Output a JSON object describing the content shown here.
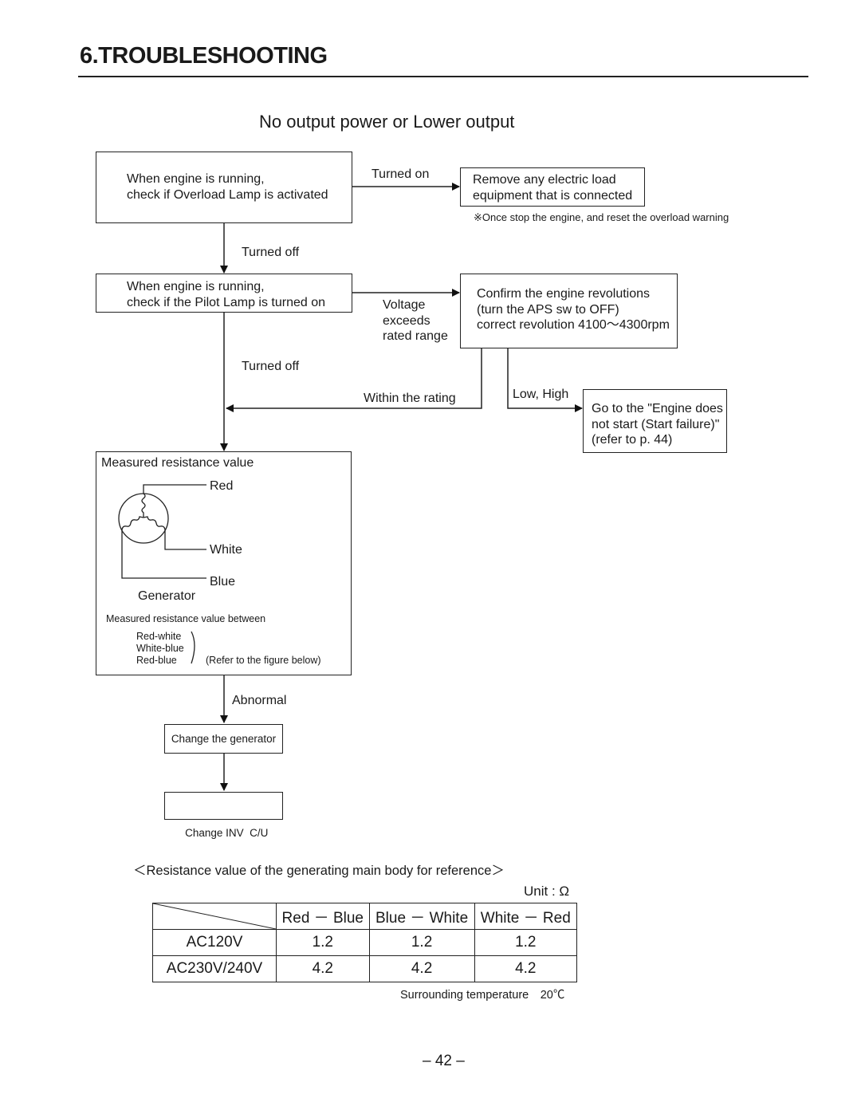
{
  "header": {
    "section_title": "6.TROUBLESHOOTING"
  },
  "flowchart": {
    "title": "No output power or Lower output",
    "overload_check": {
      "line1": "When engine is running,",
      "line2": "check if Overload Lamp is activated"
    },
    "turned_on_label": "Turned on",
    "remove_load": {
      "line1": "Remove any electric load",
      "line2": "equipment that is connected"
    },
    "overload_note": "※Once stop the engine, and reset the overload warning",
    "turned_off_label_1": "Turned off",
    "pilot_check": {
      "line1": "When engine is running,",
      "line2": "check if the Pilot Lamp is turned on"
    },
    "voltage_label": {
      "line1": "Voltage",
      "line2": "exceeds",
      "line3": "rated range"
    },
    "confirm_revolutions": {
      "line1": "Confirm the engine revolutions",
      "line2": "(turn the APS sw to OFF)",
      "line3": "correct revolution 4100〜4300rpm"
    },
    "turned_off_label_2": "Turned off",
    "within_rating_label": "Within the rating",
    "low_high_label": "Low, High",
    "engine_start": {
      "line1": "Go to the \"Engine does",
      "line2": "not start (Start failure)\"",
      "line3": "(refer to p. 44)"
    },
    "resistance_box": {
      "title": "Measured resistance value",
      "wire_red": "Red",
      "wire_white": "White",
      "wire_blue": "Blue",
      "generator_label": "Generator",
      "between_label": "Measured resistance value between",
      "pair_1": "Red-white",
      "pair_2": "White-blue",
      "pair_3": "Red-blue",
      "refer_note": "(Refer to the figure below)"
    },
    "abnormal_label": "Abnormal",
    "change_generator": "Change the generator",
    "change_inv": "Change INV  C/U"
  },
  "reference_table": {
    "title": "＜Resistance value of the generating main body for reference＞",
    "unit": "Unit : Ω",
    "columns": [
      "Red － Blue",
      "Blue － White",
      "White － Red"
    ],
    "rows": [
      {
        "label": "AC120V",
        "values": [
          "1.2",
          "1.2",
          "1.2"
        ]
      },
      {
        "label": "AC230V/240V",
        "values": [
          "4.2",
          "4.2",
          "4.2"
        ]
      }
    ],
    "footnote": "Surrounding temperature　20℃"
  },
  "footer": {
    "page_number": "– 42 –"
  }
}
